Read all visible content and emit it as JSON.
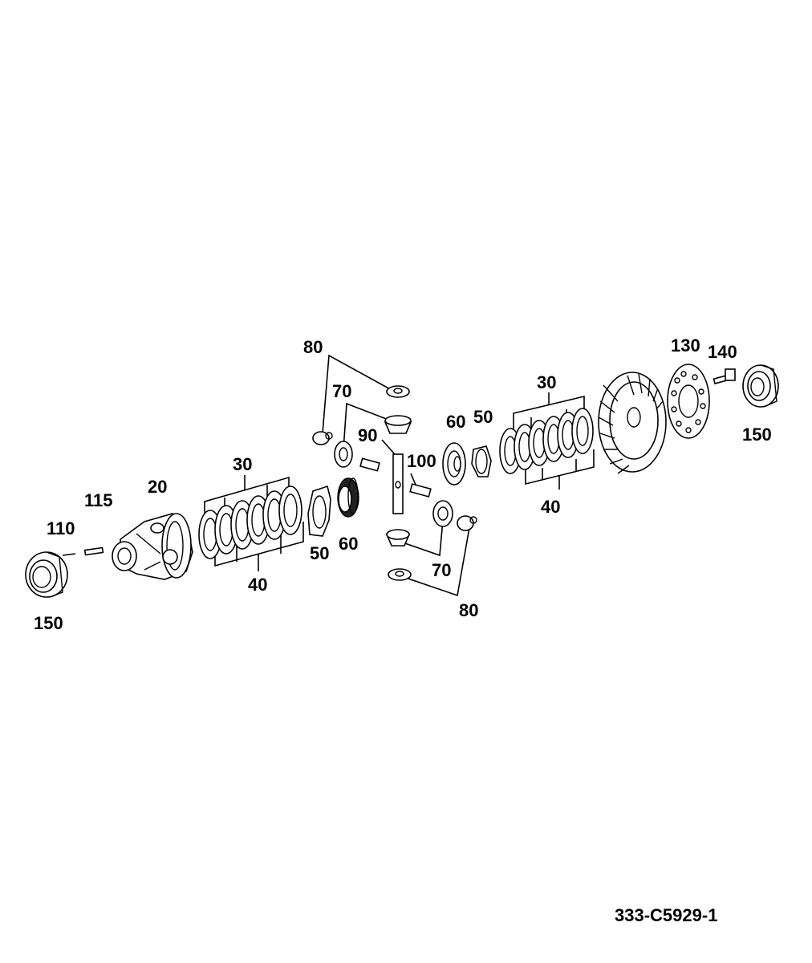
{
  "diagram": {
    "reference": "333-C5929-1",
    "labels": {
      "l80_top": "80",
      "l70_top": "70",
      "l90": "90",
      "l100": "100",
      "l60_mid": "60",
      "l50_mid": "50",
      "l30_right": "30",
      "l40_right": "40",
      "l130": "130",
      "l140": "140",
      "l150_right": "150",
      "l30_left": "30",
      "l20": "20",
      "l115": "115",
      "l110": "110",
      "l150_left": "150",
      "l40_left": "40",
      "l50_left": "50",
      "l60_left": "60",
      "l70_bottom": "70",
      "l80_bottom": "80"
    }
  }
}
